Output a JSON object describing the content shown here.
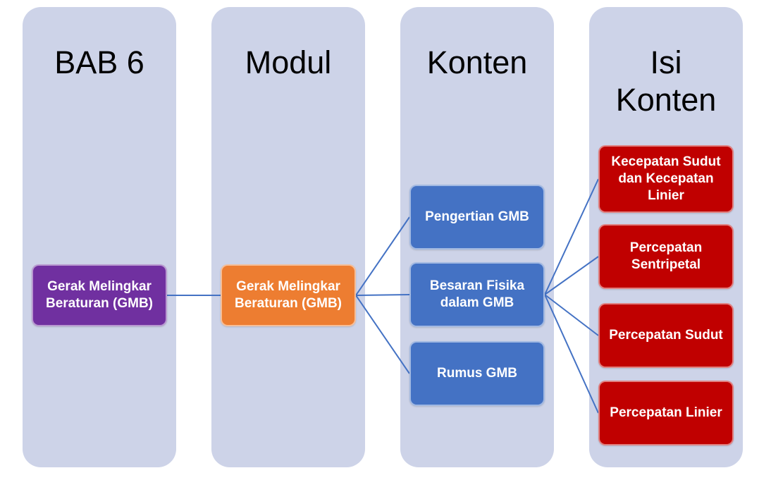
{
  "diagram": {
    "columns": [
      {
        "title": "BAB 6",
        "nodes": [
          {
            "id": "bab6-gmb",
            "label": "Gerak Melingkar Beraturan (GMB)"
          }
        ]
      },
      {
        "title": "Modul",
        "nodes": [
          {
            "id": "modul-gmb",
            "label": "Gerak Melingkar Beraturan (GMB)"
          }
        ]
      },
      {
        "title": "Konten",
        "nodes": [
          {
            "id": "pengertian-gmb",
            "label": "Pengertian GMB"
          },
          {
            "id": "besaran-fisika",
            "label": "Besaran Fisika dalam GMB"
          },
          {
            "id": "rumus-gmb",
            "label": "Rumus GMB"
          }
        ]
      },
      {
        "title": "Isi Konten",
        "nodes": [
          {
            "id": "kecepatan-sudut-linier",
            "label": "Kecepatan Sudut dan Kecepatan Linier"
          },
          {
            "id": "percepatan-sentripetal",
            "label": "Percepatan Sentripetal"
          },
          {
            "id": "percepatan-sudut",
            "label": "Percepatan Sudut"
          },
          {
            "id": "percepatan-linier",
            "label": "Percepatan Linier"
          }
        ]
      }
    ],
    "edges": [
      {
        "from": "bab6-gmb",
        "to": "modul-gmb"
      },
      {
        "from": "modul-gmb",
        "to": "pengertian-gmb"
      },
      {
        "from": "modul-gmb",
        "to": "besaran-fisika"
      },
      {
        "from": "modul-gmb",
        "to": "rumus-gmb"
      },
      {
        "from": "besaran-fisika",
        "to": "kecepatan-sudut-linier"
      },
      {
        "from": "besaran-fisika",
        "to": "percepatan-sentripetal"
      },
      {
        "from": "besaran-fisika",
        "to": "percepatan-sudut"
      },
      {
        "from": "besaran-fisika",
        "to": "percepatan-linier"
      }
    ],
    "colors": {
      "column_bg": "#CDD3E8",
      "bab6_node": "#7030A0",
      "modul_node": "#ED7D31",
      "konten_node": "#4472C4",
      "isi_konten_node": "#C00000",
      "connector": "#4472C4",
      "node_text": "#FFFFFF",
      "title_text": "#000000"
    }
  }
}
